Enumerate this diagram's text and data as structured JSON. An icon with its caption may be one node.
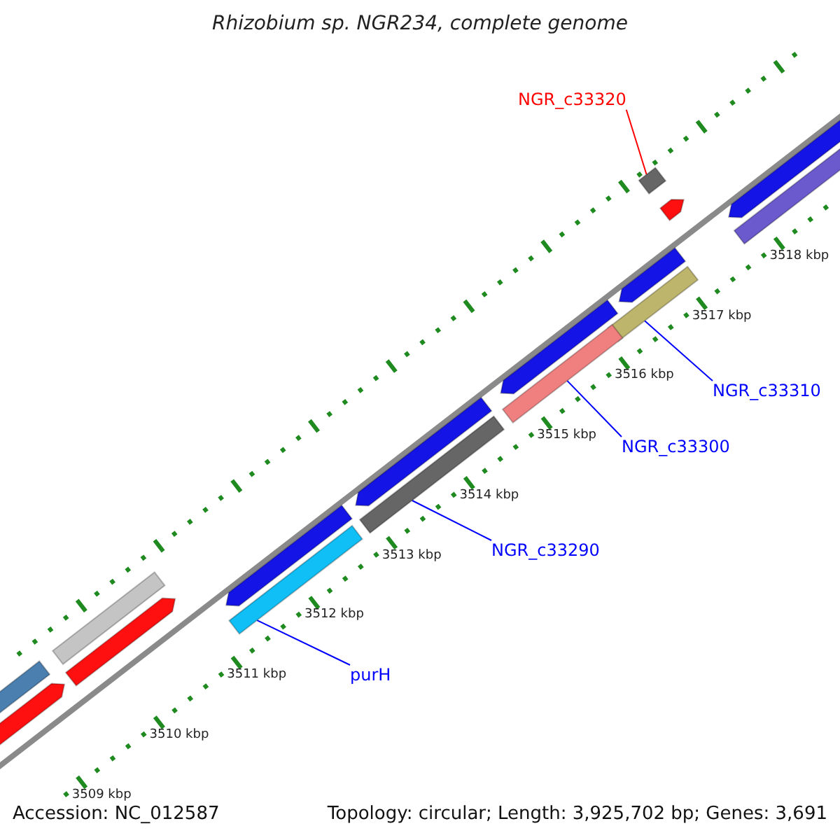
{
  "diagram": {
    "title": "Rhizobium sp. NGR234, complete genome",
    "nodes": [
      {
        "text": [
          "NGR_c33320"
        ]
      },
      {
        "text": [],
        "shape": "bar"
      },
      {
        "text": [
          "NGR_c33310"
        ]
      },
      {
        "text": [],
        "shape": "bar"
      },
      {
        "text": [
          "NGR_c33300"
        ]
      },
      {
        "text": [],
        "shape": "bar"
      },
      {
        "text": [
          "NGR_c33290"
        ]
      },
      {
        "text": [],
        "shape": "bar"
      },
      {
        "text": [
          "purH"
        ]
      },
      {
        "text": [],
        "shape": "bar"
      },
      {
        "text": [],
        "shape": "bar"
      },
      {
        "text": [],
        "shape": "bar"
      },
      {
        "text": [],
        "shape": "bar"
      },
      {
        "text": [],
        "shape": "bar"
      },
      {
        "text": [],
        "shape": "bar"
      },
      {
        "text": [],
        "shape": "bar"
      },
      {
        "text": [],
        "shape": "bar"
      },
      {
        "text": [],
        "shape": "bar"
      },
      {
        "text": [],
        "shape": "bar"
      },
      {
        "text": [],
        "shape": "bar"
      },
      {
        "text": [],
        "shape": "bar"
      }
    ],
    "edges": [
      {
        "from": 0,
        "to": 1,
        "arrow": "none",
        "color": "#ff0000"
      },
      {
        "from": 2,
        "to": 3,
        "arrow": "none"
      },
      {
        "from": 4,
        "to": 5,
        "arrow": "none"
      },
      {
        "from": 6,
        "to": 7,
        "arrow": "none"
      },
      {
        "from": 8,
        "to": 9,
        "arrow": "none"
      }
    ],
    "labels": [
      "3518 kbp",
      "3517 kbp",
      "3516 kbp",
      "3515 kbp",
      "3514 kbp",
      "3513 kbp",
      "3512 kbp",
      "3511 kbp",
      "3510 kbp",
      "3509 kbp",
      "Accession: NC_012587",
      "Topology: circular; Length: 3,925,702 bp; Genes: 3,691"
    ]
  }
}
